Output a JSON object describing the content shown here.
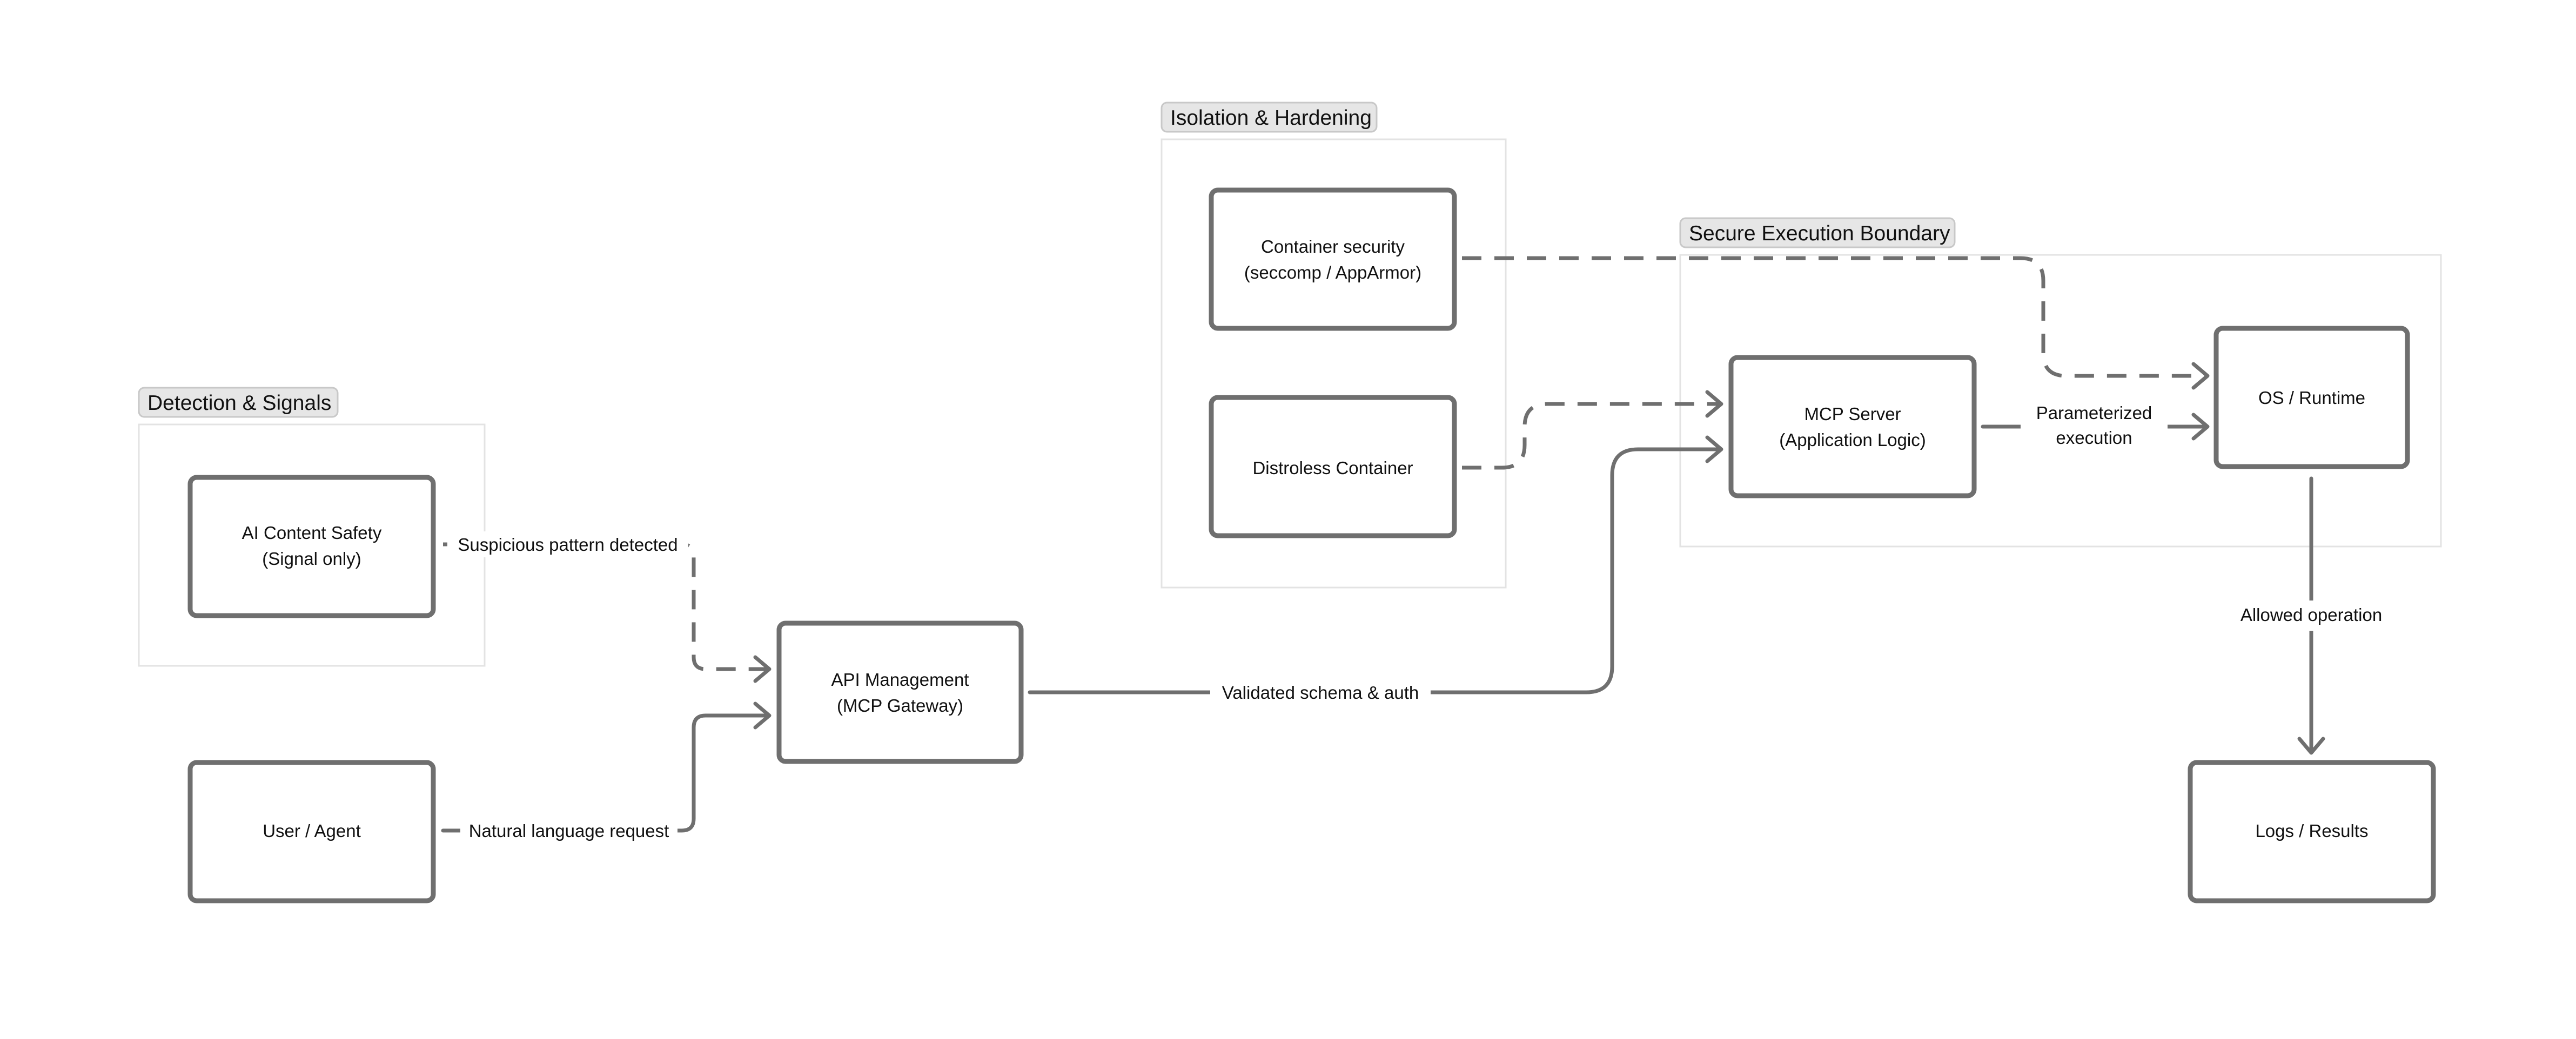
{
  "groups": {
    "detection": {
      "label": "Detection & Signals"
    },
    "isolation": {
      "label": "Isolation & Hardening"
    },
    "secure": {
      "label": "Secure Execution Boundary"
    }
  },
  "nodes": {
    "content_safety": {
      "line1": "AI Content Safety",
      "line2": "(Signal only)"
    },
    "user_agent": {
      "line1": "User / Agent"
    },
    "api_management": {
      "line1": "API Management",
      "line2": "(MCP Gateway)"
    },
    "container_security": {
      "line1": "Container security",
      "line2": "(seccomp / AppArmor)"
    },
    "distroless": {
      "line1": "Distroless Container"
    },
    "mcp_server": {
      "line1": "MCP Server",
      "line2": "(Application Logic)"
    },
    "os_runtime": {
      "line1": "OS / Runtime"
    },
    "logs_results": {
      "line1": "Logs / Results"
    }
  },
  "edges": {
    "suspicious": {
      "label": "Suspicious pattern detected"
    },
    "natural_language": {
      "label": "Natural language request"
    },
    "validated": {
      "label": "Validated schema & auth"
    },
    "parameterized": {
      "line1": "Parameterized",
      "line2": "execution"
    },
    "allowed": {
      "label": "Allowed operation"
    }
  }
}
